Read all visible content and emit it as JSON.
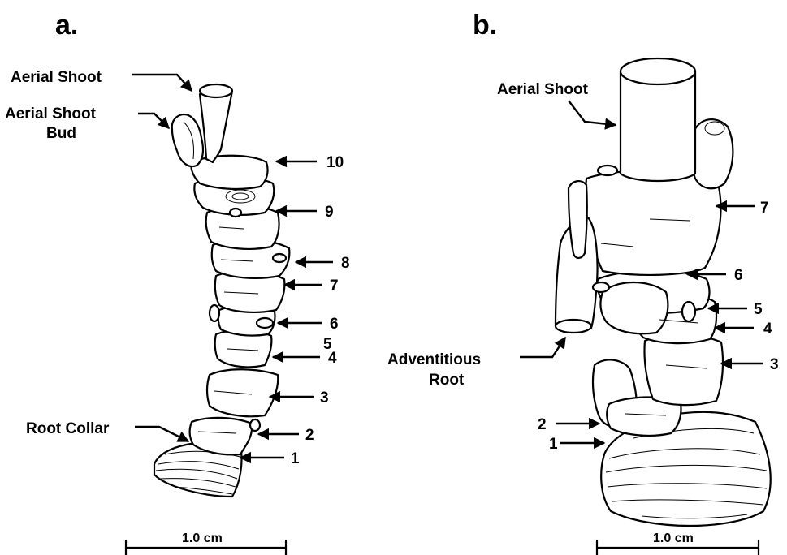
{
  "panels": {
    "a": {
      "letter": "a.",
      "labels": {
        "aerial_shoot": "Aerial Shoot",
        "aerial_shoot_bud_line1": "Aerial Shoot",
        "aerial_shoot_bud_line2": "Bud",
        "root_collar": "Root Collar"
      },
      "node_numbers": [
        "10",
        "9",
        "8",
        "7",
        "6",
        "5",
        "4",
        "3",
        "2",
        "1"
      ],
      "scale_bar": "1.0 cm"
    },
    "b": {
      "letter": "b.",
      "labels": {
        "aerial_shoot": "Aerial Shoot",
        "adventitious_root_line1": "Adventitious",
        "adventitious_root_line2": "Root"
      },
      "node_numbers": [
        "7",
        "6",
        "5",
        "4",
        "3",
        "2",
        "1"
      ],
      "scale_bar": "1.0 cm"
    }
  }
}
